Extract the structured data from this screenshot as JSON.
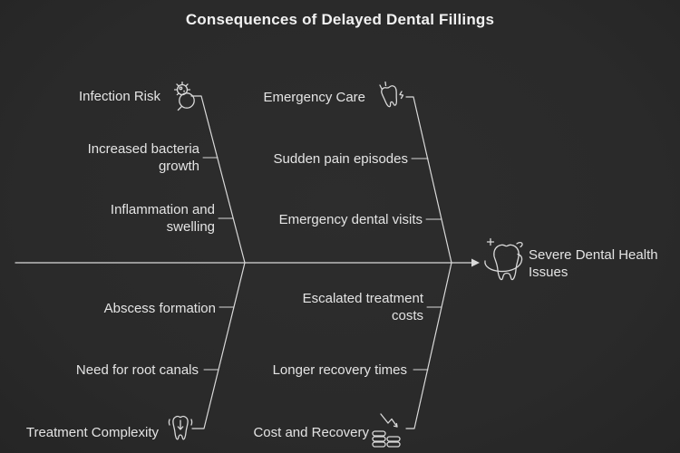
{
  "title": "Consequences of Delayed Dental Fillings",
  "colors": {
    "background": "#2b2b2b",
    "text": "#e4e4e4",
    "line": "#d9d9d9"
  },
  "effect": {
    "label": "Severe Dental Health Issues",
    "icon": "tooth-plus-icon"
  },
  "branches": [
    {
      "label": "Infection Risk",
      "position": "top-left",
      "icon": "bacteria-magnifier-icon",
      "items": [
        "Increased bacteria growth",
        "Inflammation and swelling"
      ]
    },
    {
      "label": "Emergency Care",
      "position": "top-right",
      "icon": "aching-tooth-icon",
      "items": [
        "Sudden pain episodes",
        "Emergency dental visits"
      ]
    },
    {
      "label": "Treatment Complexity",
      "position": "bottom-left",
      "icon": "tooth-down-arrow-icon",
      "items": [
        "Abscess formation",
        "Need for root canals"
      ]
    },
    {
      "label": "Cost and Recovery",
      "position": "bottom-right",
      "icon": "coins-decline-icon",
      "items": [
        "Escalated treatment costs",
        "Longer recovery times"
      ]
    }
  ]
}
